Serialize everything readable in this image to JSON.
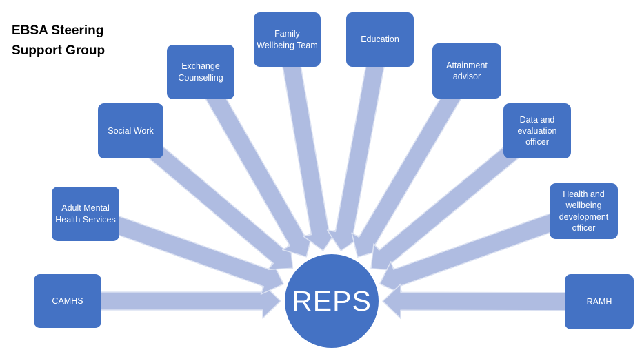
{
  "title": "EBSA Steering Support Group",
  "center": {
    "label": "REPS"
  },
  "nodes": [
    {
      "label": "CAMHS"
    },
    {
      "label": "Adult Mental Health Services"
    },
    {
      "label": "Social Work"
    },
    {
      "label": "Exchange Counselling"
    },
    {
      "label": "Family Wellbeing Team"
    },
    {
      "label": "Education"
    },
    {
      "label": "Attainment advisor"
    },
    {
      "label": "Data and evaluation officer"
    },
    {
      "label": "Health and wellbeing development officer"
    },
    {
      "label": "RAMH"
    }
  ],
  "colors": {
    "node_fill": "#4472C4",
    "center_fill": "#4472C4",
    "arrow_fill": "#AFBCE1",
    "arrow_edge": "#DCE2F2",
    "node_text": "#FFFFFF",
    "title_text": "#000000",
    "background": "#FFFFFF"
  }
}
